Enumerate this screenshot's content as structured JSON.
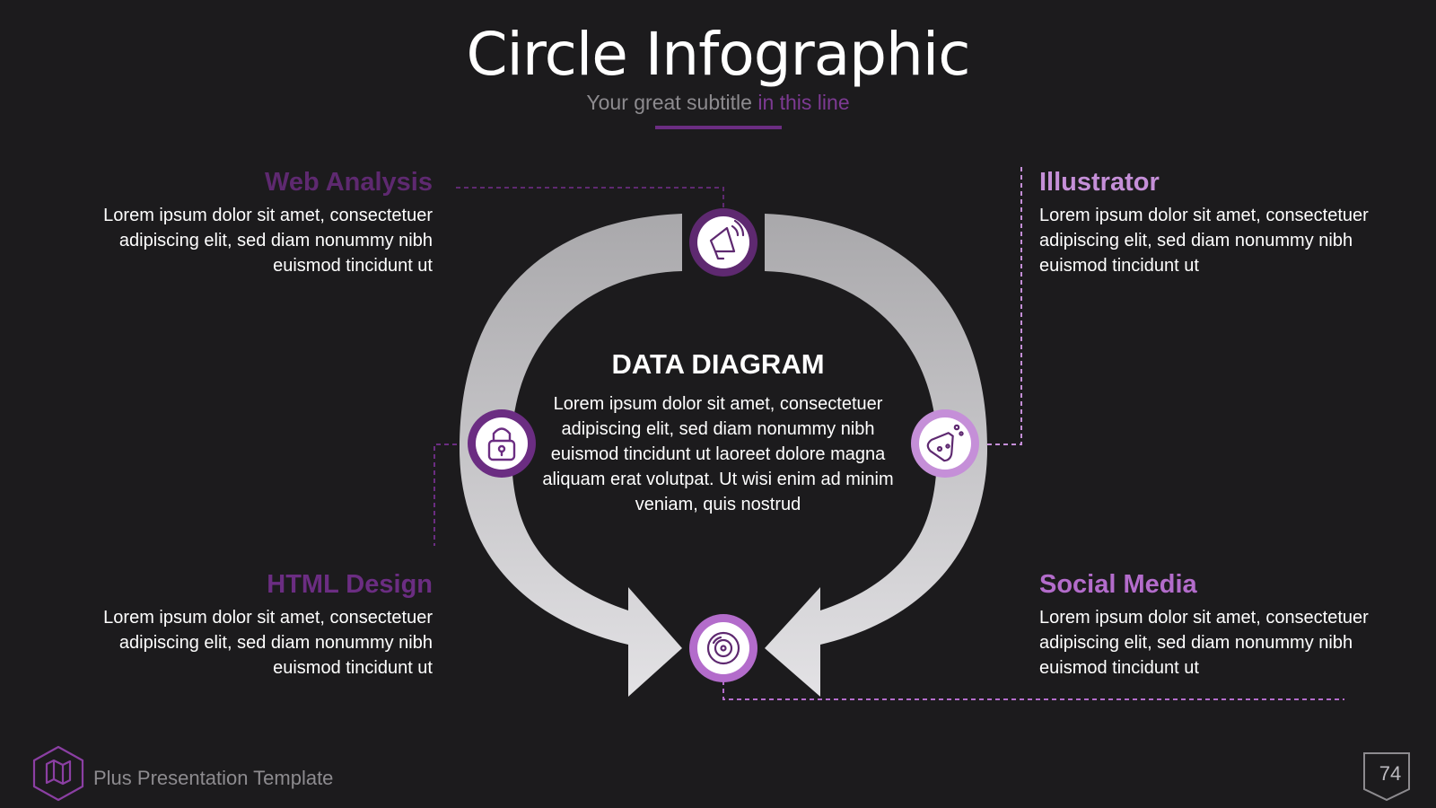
{
  "header": {
    "title": "Circle Infographic",
    "subtitle_plain": "Your great subtitle",
    "subtitle_accent": "in this line"
  },
  "center": {
    "title": "DATA DIAGRAM",
    "body": "Lorem ipsum dolor sit amet, consectetuer adipiscing elit, sed diam nonummy nibh euismod tincidunt ut laoreet dolore magna aliquam erat volutpat. Ut wisi enim ad minim veniam, quis nostrud"
  },
  "items": [
    {
      "title": "Web Analysis",
      "body": "Lorem ipsum dolor sit amet, consectetuer adipiscing elit, sed diam nonummy nibh euismod tincidunt ut",
      "color": "#5e2970",
      "icon": "megaphone-icon"
    },
    {
      "title": "Illustrator",
      "body": "Lorem ipsum dolor sit amet, consectetuer adipiscing elit, sed diam nonummy nibh euismod tincidunt ut",
      "color": "#c58fd8",
      "icon": "flask-icon"
    },
    {
      "title": "HTML Design",
      "body": "Lorem ipsum dolor sit amet, consectetuer adipiscing elit, sed diam nonummy nibh euismod tincidunt ut",
      "color": "#6b2d82",
      "icon": "lock-icon"
    },
    {
      "title": "Social Media",
      "body": "Lorem ipsum dolor sit amet, consectetuer adipiscing elit, sed diam nonummy nibh euismod tincidunt ut",
      "color": "#b36ccb",
      "icon": "disc-icon"
    }
  ],
  "footer": {
    "brand": "Plus Presentation Template",
    "page_number": "74",
    "logo_icon": "map-icon"
  },
  "colors": {
    "background": "#1c1b1d",
    "arrow_gray": "#bdbcbf",
    "dark_purple": "#5e2970",
    "light_purple": "#c58fd8",
    "accent_purple": "#7d3a93"
  }
}
